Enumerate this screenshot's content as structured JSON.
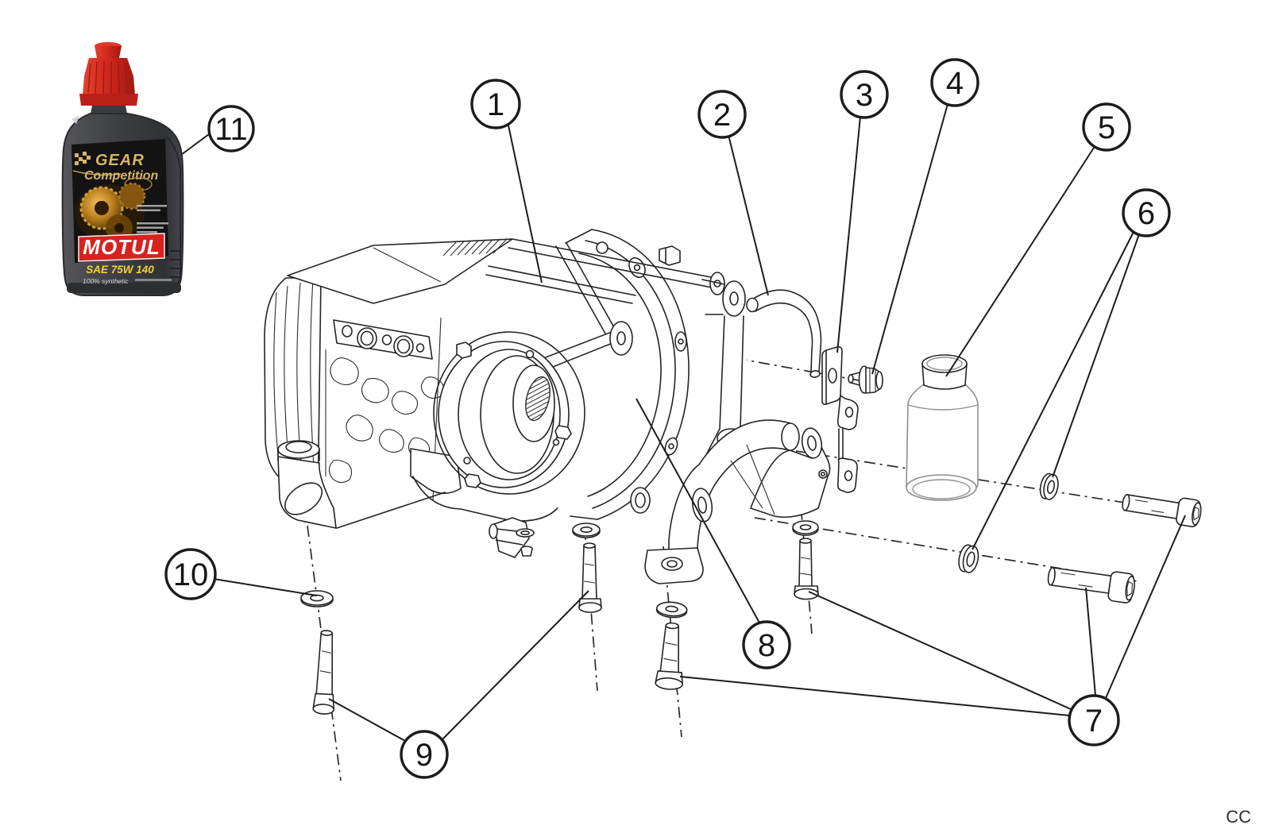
{
  "diagram": {
    "credit": "CC"
  },
  "callouts": [
    {
      "label": "1"
    },
    {
      "label": "2"
    },
    {
      "label": "3"
    },
    {
      "label": "4"
    },
    {
      "label": "5"
    },
    {
      "label": "6"
    },
    {
      "label": "7"
    },
    {
      "label": "8"
    },
    {
      "label": "9"
    },
    {
      "label": "10"
    },
    {
      "label": "11"
    }
  ],
  "product": {
    "brand": "MOTUL",
    "series": "GEAR",
    "series2": "Competition",
    "grade": "SAE 75W 140",
    "spec": "100% synthetic"
  }
}
